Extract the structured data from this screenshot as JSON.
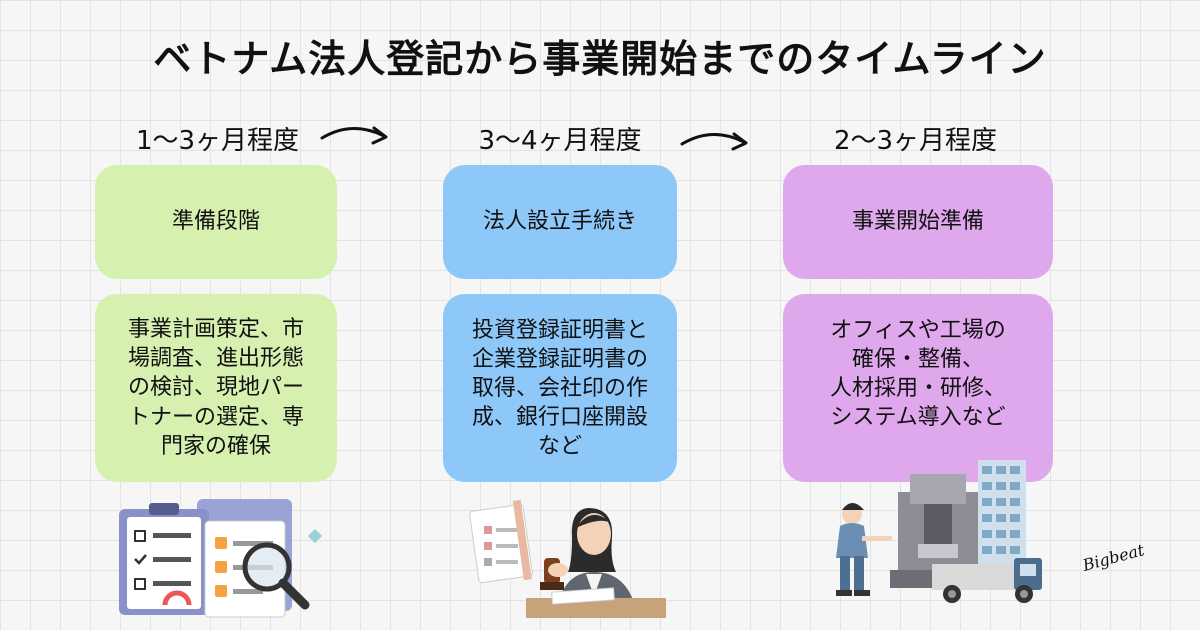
{
  "title": "ベトナム法人登記から事業開始までのタイムライン",
  "phases": [
    {
      "duration": "1〜3ヶ月程度",
      "heading": "準備段階",
      "details": "事業計画策定、市\n場調査、進出形態\nの検討、現地パー\nトナーの選定、専\n門家の確保",
      "color": "#d6f0b0"
    },
    {
      "duration": "3〜4ヶ月程度",
      "heading": "法人設立手続き",
      "details": "投資登録証明書と\n企業登録証明書の\n取得、会社印の作\n成、銀行口座開設\nなど",
      "color": "#8ec8f9"
    },
    {
      "duration": "2〜3ヶ月程度",
      "heading": "事業開始準備",
      "details": "オフィスや工場の\n確保・整備、\n人材採用・研修、\nシステム導入など",
      "color": "#e0a8ec"
    }
  ],
  "signature": "Bigbeat",
  "icons": [
    "arrow-right-icon",
    "checklist-icon",
    "magnifier-icon",
    "stamp-document-icon",
    "factory-machine-icon",
    "building-icon",
    "truck-icon"
  ]
}
